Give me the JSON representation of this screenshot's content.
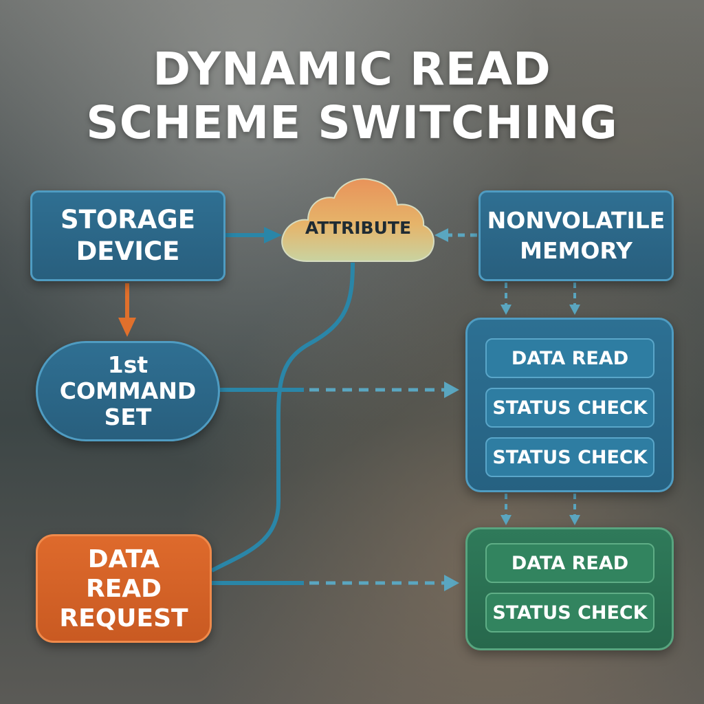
{
  "title": {
    "line1": "DYNAMIC READ",
    "line2": "SCHEME SWITCHING"
  },
  "nodes": {
    "storage_device": [
      "STORAGE",
      "DEVICE"
    ],
    "attribute": "ATTRIBUTE",
    "nonvolatile_memory": [
      "NONVOLATILE",
      "MEMORY"
    ],
    "command_set": [
      "1st",
      "COMMAND",
      "SET"
    ],
    "data_read_request": [
      "DATA",
      "READ",
      "REQUEST"
    ]
  },
  "operation_groups": [
    {
      "steps": [
        "DATA READ",
        "STATUS CHECK",
        "STATUS CHECK"
      ],
      "color": "#2d7093"
    },
    {
      "steps": [
        "DATA READ",
        "STATUS CHECK"
      ],
      "color": "#2f7a5a"
    }
  ],
  "colors": {
    "blue_box": "#2f6f92",
    "orange_box": "#d9642a",
    "green_group": "#2f7a5a",
    "connector_blue": "#2a86a8",
    "arrow_orange": "#e0702c",
    "cloud_top": "#e8935a",
    "cloud_bottom": "#c9d3a0"
  }
}
